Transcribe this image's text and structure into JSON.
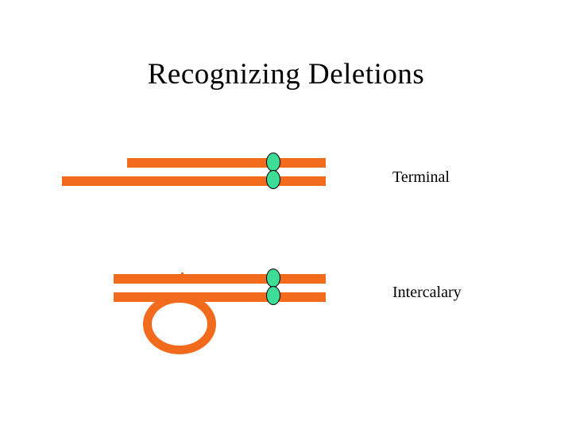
{
  "slide": {
    "title": "Recognizing Deletions",
    "background_color": "#ffffff"
  },
  "diagram": {
    "chromosome_color": "#f26b1d",
    "centromere_color": "#3ddc97",
    "centromere_outline_color": "#000000",
    "items": [
      {
        "id": "terminal",
        "label": "Terminal",
        "description": "Two orange chromatid bars, top bar shorter than bottom bar, with a green centromere pair at right"
      },
      {
        "id": "intercalary",
        "label": "Intercalary",
        "description": "Two orange chromatid bars of equal length with a green centromere pair at right, a small tick mark on the top bar, and an orange loop hanging below the bottom bar"
      }
    ]
  }
}
